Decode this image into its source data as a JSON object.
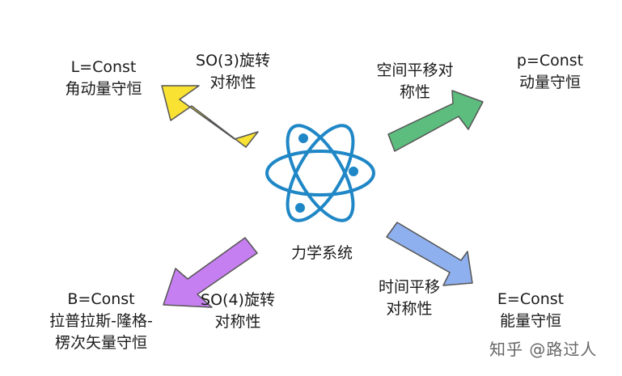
{
  "center": {
    "label": "力学系统"
  },
  "branches": [
    {
      "id": "angular-momentum",
      "symmetry": [
        "SO(3)旋转",
        "对称性"
      ],
      "conserved_quantity": [
        "L=Const",
        "角动量守恒"
      ],
      "arrow_color": "#f9e231"
    },
    {
      "id": "momentum",
      "symmetry": [
        "空间平移对",
        "称性"
      ],
      "conserved_quantity": [
        "p=Const",
        "动量守恒"
      ],
      "arrow_color": "#5dbd7e"
    },
    {
      "id": "runge-lenz",
      "symmetry": [
        "SO(4)旋转",
        "对称性"
      ],
      "conserved_quantity": [
        "B=Const",
        "拉普拉斯-隆格-",
        "楞次矢量守恒"
      ],
      "arrow_color": "#c67ff0"
    },
    {
      "id": "energy",
      "symmetry": [
        "时间平移",
        "对称性"
      ],
      "conserved_quantity": [
        "E=Const",
        "能量守恒"
      ],
      "arrow_color": "#8fb0ee"
    }
  ],
  "atom_color": "#1f87c6",
  "watermark": "知乎 @路过人"
}
